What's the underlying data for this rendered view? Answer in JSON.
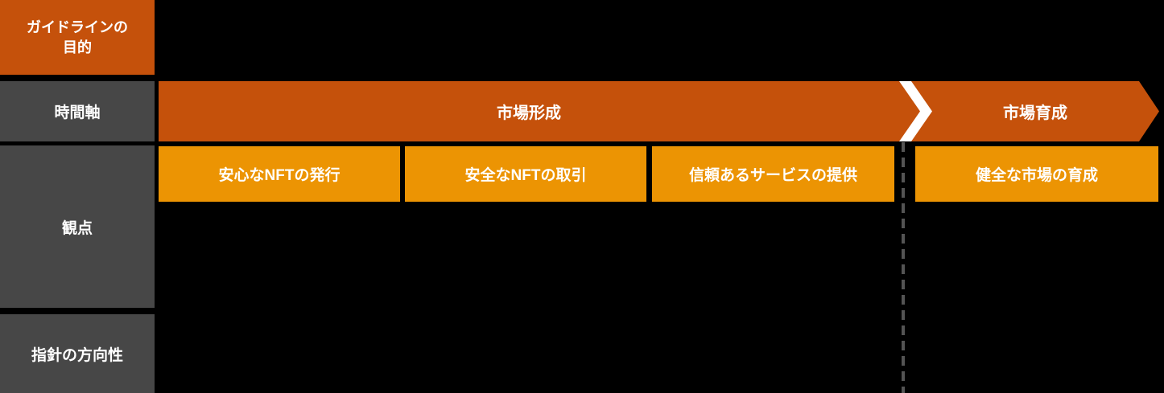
{
  "diagram": {
    "colors": {
      "background": "#000000",
      "dark_orange": "#C5510B",
      "amber": "#EC9403",
      "header_gray": "#474747",
      "text_white": "#FFFFFF",
      "dash_gray": "#545454"
    },
    "row_headers": {
      "purpose_line1": "ガイドラインの",
      "purpose_line2": "目的",
      "time_axis": "時間軸",
      "perspective": "観点",
      "direction": "指針の方向性"
    },
    "timeline": {
      "phase1": "市場形成",
      "phase2": "市場育成"
    },
    "perspectives": [
      {
        "label": "安心なNFTの発行"
      },
      {
        "label": "安全なNFTの取引"
      },
      {
        "label": "信頼あるサービスの提供"
      },
      {
        "label": "健全な市場の育成"
      }
    ]
  }
}
